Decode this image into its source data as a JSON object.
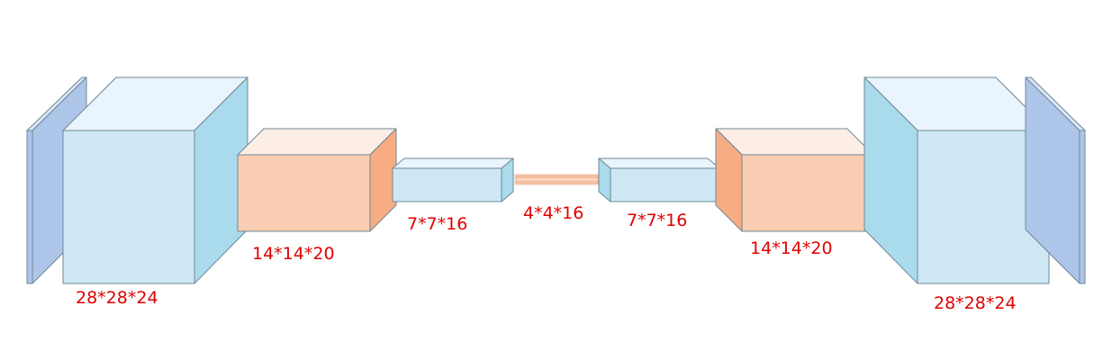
{
  "labels": {
    "enc_input": "28*28*24",
    "enc_conv2": "14*14*20",
    "enc_conv3": "7*7*16",
    "latent": "4*4*16",
    "dec_conv1": "7*7*16",
    "dec_conv2": "14*14*20",
    "dec_output": "28*28*24"
  },
  "colors": {
    "blue_front": "#cde8f4",
    "blue_side": "#a9dbec",
    "blue_top": "#eaf4fc",
    "orange_front": "#f9cdb2",
    "orange_side": "#f7ac84",
    "orange_top": "#fdeee5",
    "plane_front": "#aec5ea",
    "plane_side": "#dbe6f6",
    "label_text": "#e00000"
  }
}
